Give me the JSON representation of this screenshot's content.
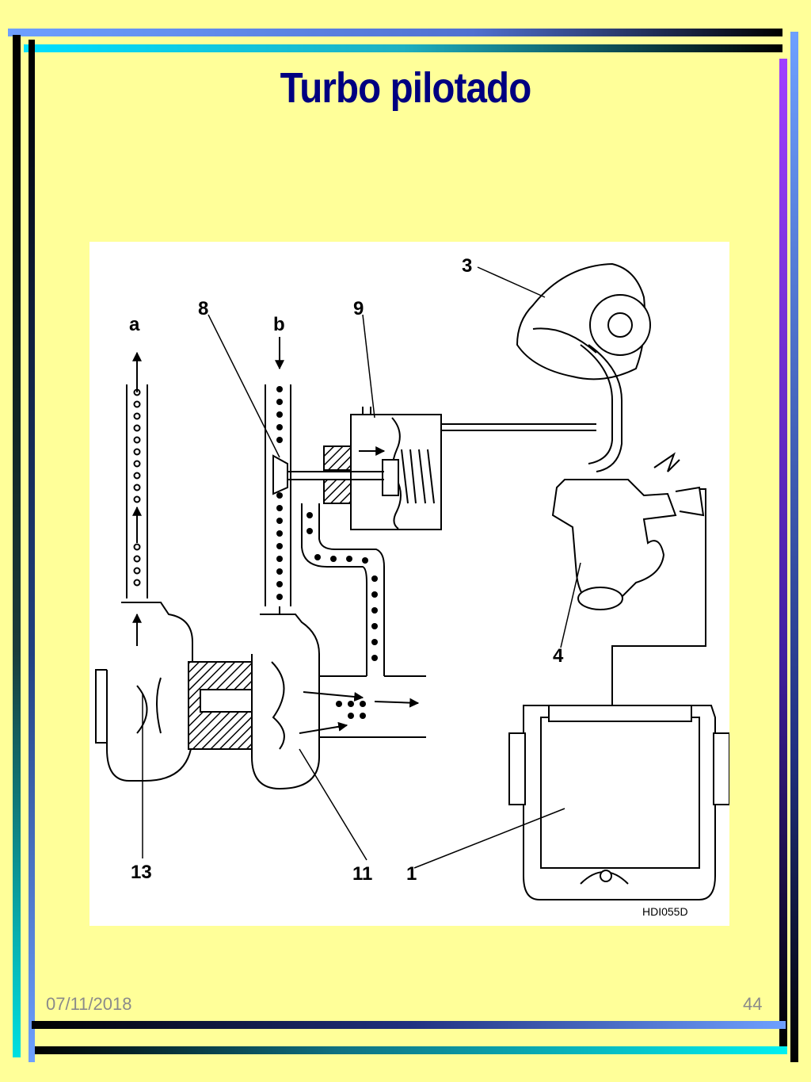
{
  "slide": {
    "title": "Turbo pilotado",
    "date": "07/11/2018",
    "page_number": "44"
  },
  "figure": {
    "labels": {
      "a": "a",
      "b": "b",
      "n1": "1",
      "n3": "3",
      "n4": "4",
      "n8": "8",
      "n9": "9",
      "n11": "11",
      "n13": "13"
    },
    "code": "HDI055D"
  },
  "colors": {
    "background": "#ffff99",
    "title": "#000080",
    "footer_text": "#8a8a8a"
  }
}
